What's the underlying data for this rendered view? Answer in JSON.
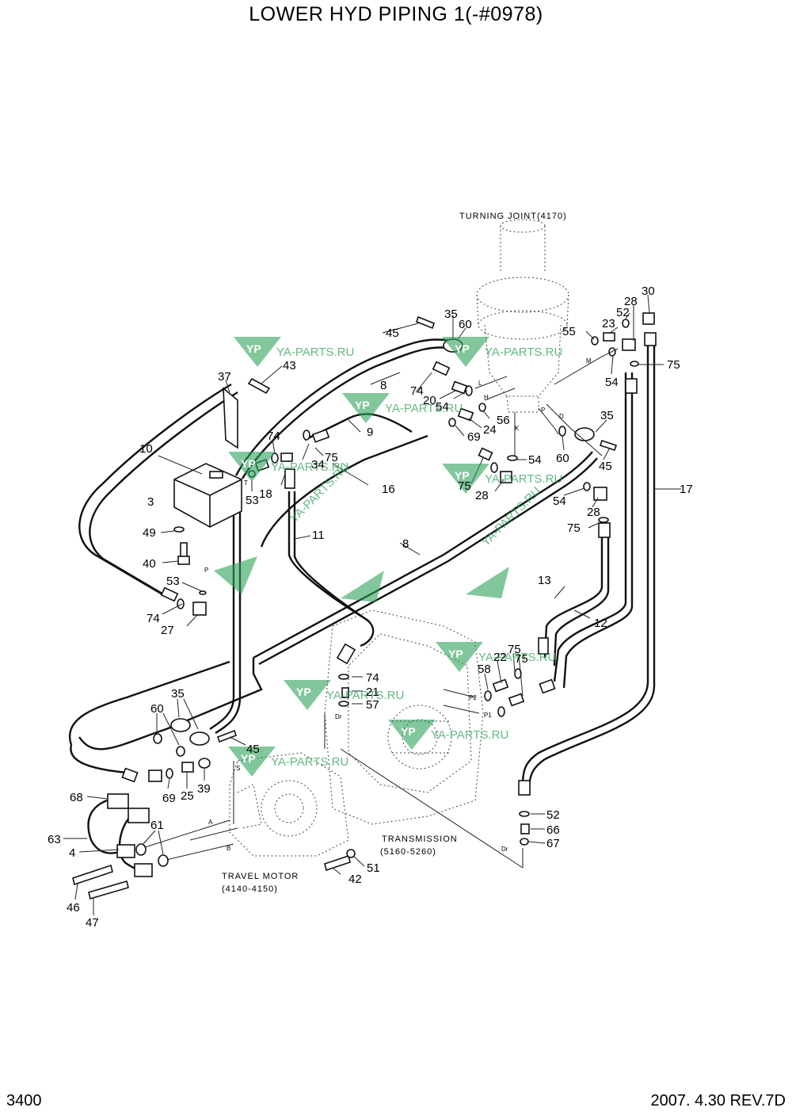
{
  "title": "LOWER HYD PIPING 1(-#0978)",
  "page_number": "3400",
  "revision": "2007. 4.30  REV.7D",
  "watermark": {
    "text": "YA-PARTS.RU",
    "logo": "YP"
  },
  "notes": {
    "turning_joint": "TURNING JOINT(4170)",
    "transmission": "TRANSMISSION",
    "transmission_ref": "(5160-5260)",
    "travel_motor": "TRAVEL MOTOR",
    "travel_motor_ref": "(4140-4150)"
  },
  "port_letters": [
    "L",
    "H",
    "K",
    "M",
    "P",
    "D",
    "T",
    "P",
    "P2",
    "P1",
    "Dr",
    "S",
    "A",
    "B",
    "Dr"
  ],
  "part_labels": [
    "3",
    "4",
    "8",
    "8",
    "9",
    "10",
    "11",
    "12",
    "13",
    "16",
    "17",
    "18",
    "20",
    "21",
    "22",
    "23",
    "24",
    "25",
    "27",
    "28",
    "28",
    "28",
    "30",
    "34",
    "35",
    "35",
    "35",
    "37",
    "39",
    "40",
    "42",
    "43",
    "45",
    "45",
    "45",
    "46",
    "47",
    "49",
    "51",
    "52",
    "52",
    "53",
    "53",
    "54",
    "54",
    "54",
    "54",
    "55",
    "56",
    "57",
    "58",
    "60",
    "60",
    "60",
    "61",
    "63",
    "66",
    "67",
    "68",
    "69",
    "69",
    "74",
    "74",
    "74",
    "74",
    "75",
    "75",
    "75",
    "75",
    "75",
    "75"
  ]
}
